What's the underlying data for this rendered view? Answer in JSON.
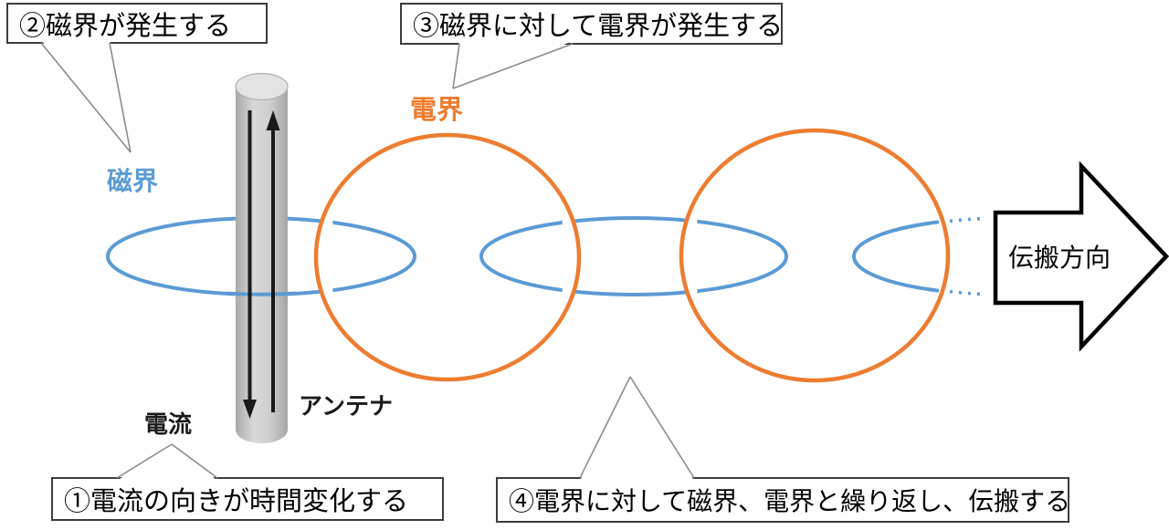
{
  "callouts": {
    "step1": {
      "text": "①電流の向きが時間変化する"
    },
    "step2": {
      "text": "②磁界が発生する"
    },
    "step3": {
      "text": "③磁界に対して電界が発生する"
    },
    "step4": {
      "text": "④電界に対して磁界、電界と繰り返し、伝搬する"
    }
  },
  "labels": {
    "magnetic_field": "磁界",
    "electric_field": "電界",
    "current": "電流",
    "antenna": "アンテナ",
    "propagation_direction": "伝搬方向"
  },
  "colors": {
    "magnetic_blue": "#5B9BD5",
    "electric_orange": "#ED7D31",
    "ink": "#1a1a1a",
    "box_border": "#3d3d3d",
    "tail_gray": "#8c8c8c"
  }
}
